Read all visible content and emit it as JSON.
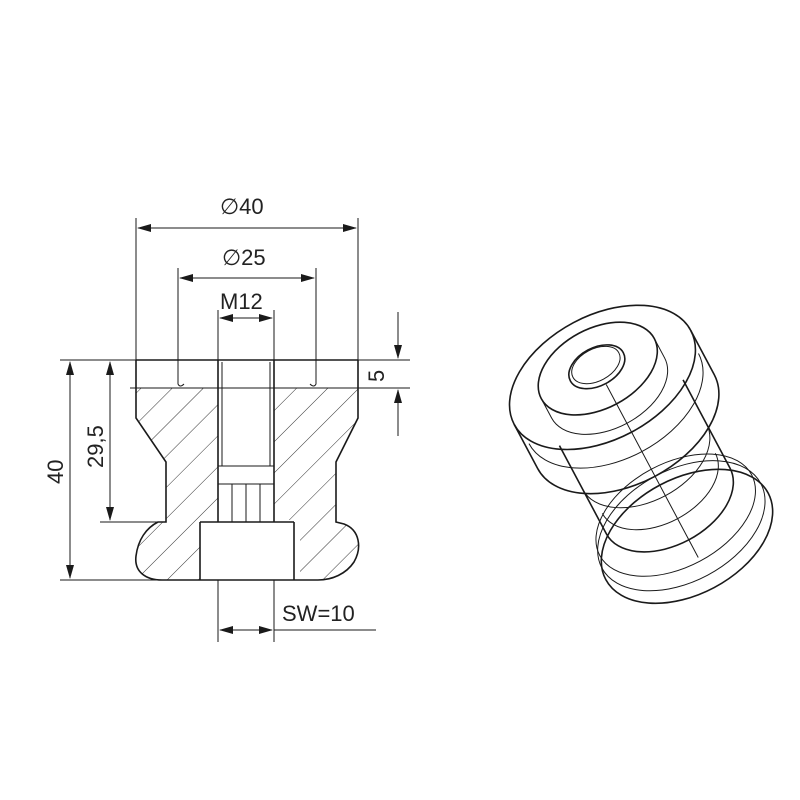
{
  "dimensions": {
    "outer_diameter": "∅40",
    "inner_diameter": "∅25",
    "thread": "M12",
    "top_depth": "5",
    "total_height": "40",
    "upper_height": "29,5",
    "wrench_size": "SW=10"
  },
  "colors": {
    "line": "#1a1a1a",
    "hatch": "#333333",
    "background": "#ffffff"
  }
}
